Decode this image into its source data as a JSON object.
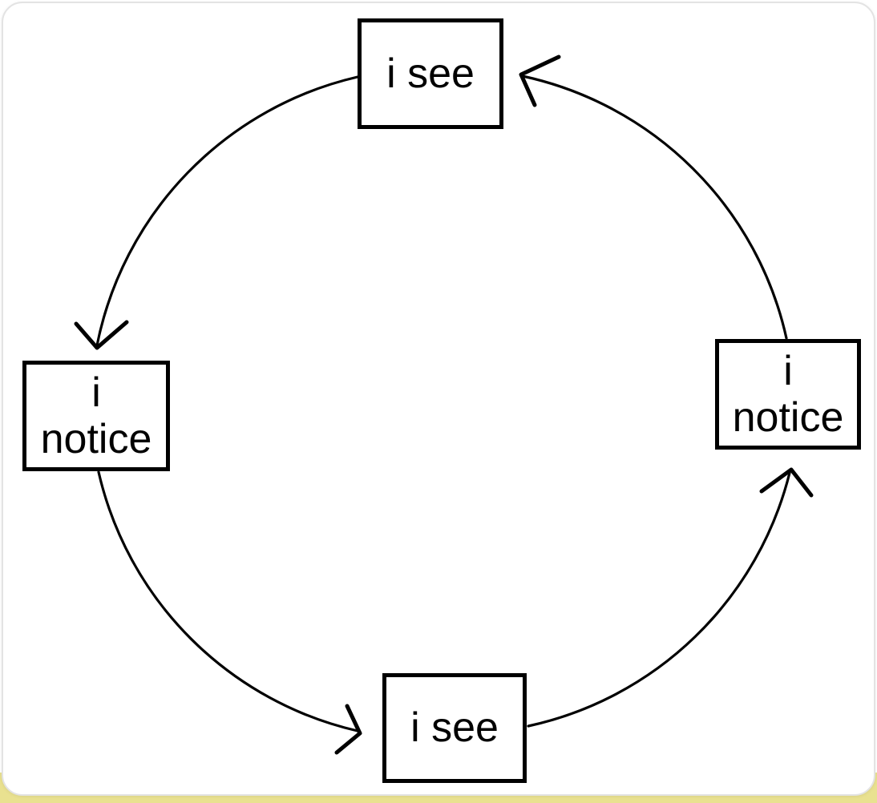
{
  "diagram": {
    "type": "cycle",
    "direction": "counterclockwise",
    "nodes": {
      "top": {
        "label": "i see"
      },
      "left": {
        "label": "i notice"
      },
      "bottom": {
        "label": "i see"
      },
      "right": {
        "label": "i notice"
      }
    },
    "edges": [
      {
        "from": "top",
        "to": "left"
      },
      {
        "from": "left",
        "to": "bottom"
      },
      {
        "from": "bottom",
        "to": "right"
      },
      {
        "from": "right",
        "to": "top"
      }
    ],
    "colors": {
      "line": "#000000",
      "node_border": "#000000",
      "node_background": "#ffffff",
      "card_background": "#ffffff",
      "card_border": "#e3e3e3",
      "page_strip": "#e9e190"
    }
  }
}
